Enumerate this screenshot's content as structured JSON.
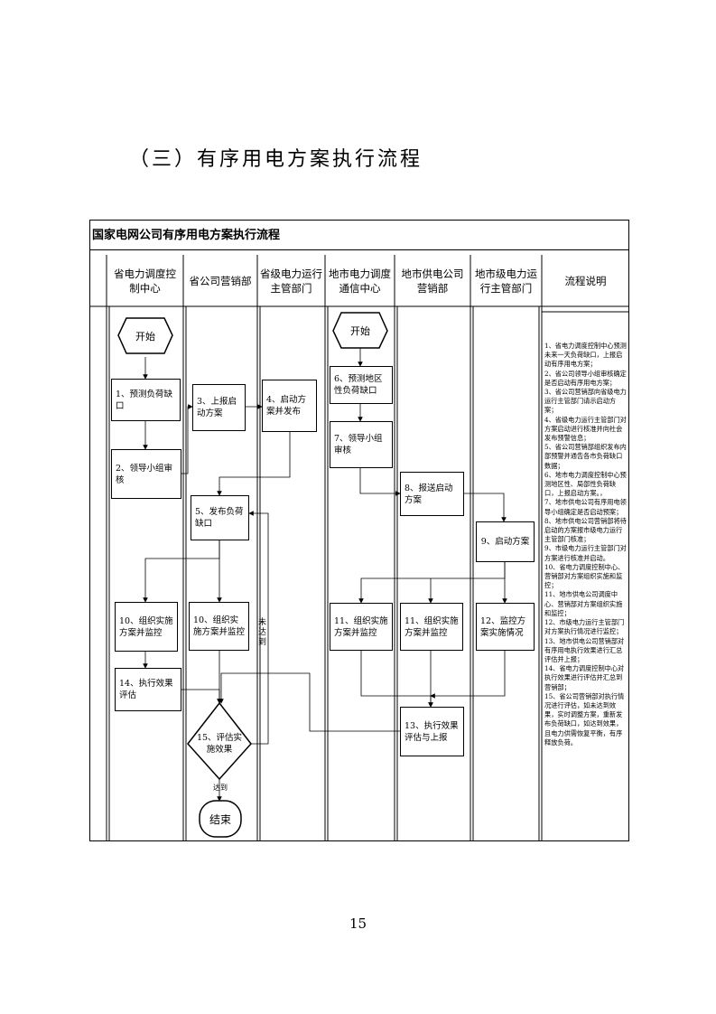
{
  "section_title": "（三）有序用电方案执行流程",
  "page_number": "15",
  "flowchart": {
    "title": "国家电网公司有序用电方案执行流程",
    "lanes": [
      "省电力调度控制中心",
      "省公司营销部",
      "省级电力运行主管部门",
      "地市电力调度通信中心",
      "地市供电公司营销部",
      "地市级电力运行主管部门",
      "流程说明"
    ],
    "nodes": {
      "start_1": "开始",
      "start_2": "开始",
      "n1": "1、预测负荷缺口",
      "n2": "2、领导小组审核",
      "n3": "3、上报启动方案",
      "n4": "4、启动方案并发布",
      "n5": "5、发布负荷缺口",
      "n6": "6、预测地区性负荷缺口",
      "n7": "7、领导小组审核",
      "n8": "8、报送启动方案",
      "n9": "9、启动方案",
      "n10a": "10、组织实施方案并监控",
      "n10b": "10、组织实施方案并监控",
      "n11a": "11、组织实施方案并监控",
      "n11b": "11、组织实施方案并监控",
      "n12": "12、监控方案实施情况",
      "n13": "13、执行效果评估与上报",
      "n14": "14、执行效果评估",
      "n15": "15、评估实施效果",
      "end": "结束"
    },
    "edge_labels": {
      "not_reached": "未达到",
      "reached": "达到"
    },
    "notes": [
      "1、省电力调度控制中心预测未来一天负荷缺口，上报启动有序用电方案；",
      "2、省公司领导小组审核确定是否启动有序用电方案；",
      "3、省公司营销部向省级电力运行主管部门请示启动方案；",
      "4、省级电力运行主管部门对方案启动进行核准并向社会发布预警信息；",
      "5、省公司营销部组织发布内部预警并通告各市负荷缺口数据；",
      "6、地市电力调度控制中心预测地区性、局部性负荷缺口，上报启动方案。，",
      "7、地市供电公司有序用电领导小组确定是否启动预案；",
      "8、地市供电公司营销部将待启动的方案报市级电力运行主管部门核准；",
      "9、市级电力运行主管部门对方案进行核准并启动。",
      "10、省电力调度控制中心、营销部对方案组织实施和监控；",
      "11、地市供电公司调度中心、营销部对方案组织实施和监控；",
      "12、市级电力运行主管部门对方案执行情况进行监控；",
      "13、地市供电公司营销部对有序用电执行效果进行汇总评估并上报；",
      "14、省电力调度控制中心对执行效果进行评估并汇总到营销部；",
      "15、省公司营销部对执行情况进行评估，如未达到效果，实时调整方案，重新发布负荷缺口，如达到效果，且电力供需恢复平衡，有序释放负荷。"
    ]
  }
}
